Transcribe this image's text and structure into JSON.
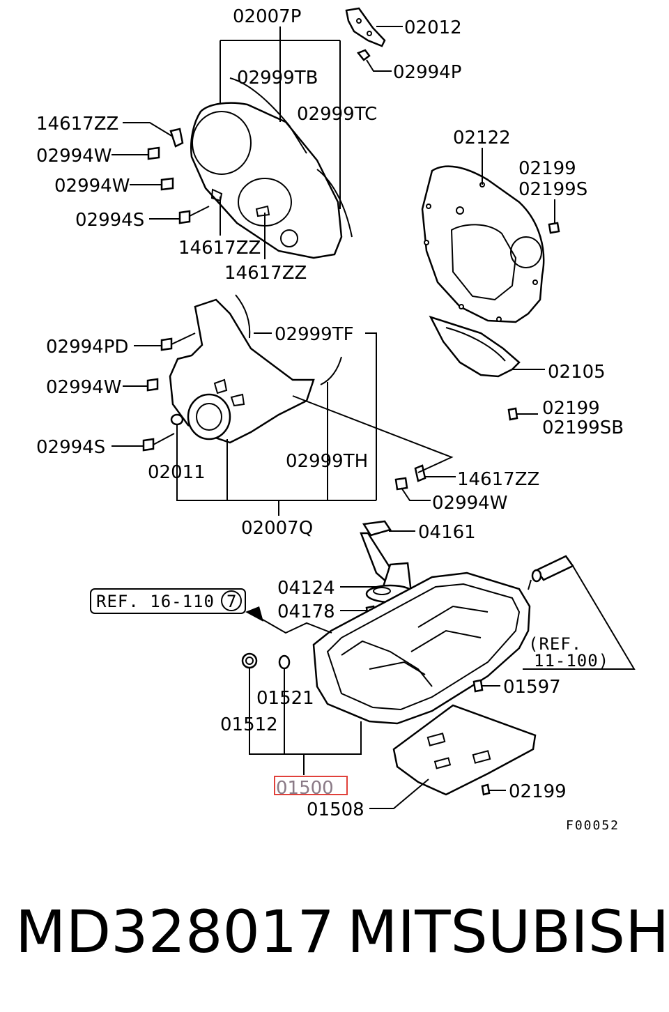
{
  "labels": {
    "l_02007P": "02007P",
    "l_02012": "02012",
    "l_02994P": "02994P",
    "l_02999TB": "02999TB",
    "l_02999TC": "02999TC",
    "l_14617ZZ_a": "14617ZZ",
    "l_02994W_a": "02994W",
    "l_02994W_b": "02994W",
    "l_02994S_a": "02994S",
    "l_14617ZZ_b": "14617ZZ",
    "l_14617ZZ_c": "14617ZZ",
    "l_02122": "02122",
    "l_02199_a": "02199",
    "l_02199S": "02199S",
    "l_02999TF": "02999TF",
    "l_02994PD": "02994PD",
    "l_02994W_c": "02994W",
    "l_02105": "02105",
    "l_02199_b": "02199",
    "l_02199SB": "02199SB",
    "l_02994S_b": "02994S",
    "l_02011": "02011",
    "l_02999TH": "02999TH",
    "l_14617ZZ_d": "14617ZZ",
    "l_02994W_d": "02994W",
    "l_02007Q": "02007Q",
    "l_04161": "04161",
    "l_04124": "04124",
    "l_04178": "04178",
    "l_ref16": "REF. 16-110",
    "l_ref16_num": "7",
    "l_ref11a": "(REF.",
    "l_ref11b": "11-100)",
    "l_01597": "01597",
    "l_01521": "01521",
    "l_01512": "01512",
    "l_01500": "01500",
    "l_01508": "01508",
    "l_02199_c": "02199",
    "l_fig": "F00052"
  },
  "caption": {
    "part_number": "MD328017",
    "brand": "MITSUBISHI"
  },
  "colors": {
    "line": "#000000",
    "highlight_box": "#e0403a",
    "highlight_text": "#8a7a86"
  }
}
